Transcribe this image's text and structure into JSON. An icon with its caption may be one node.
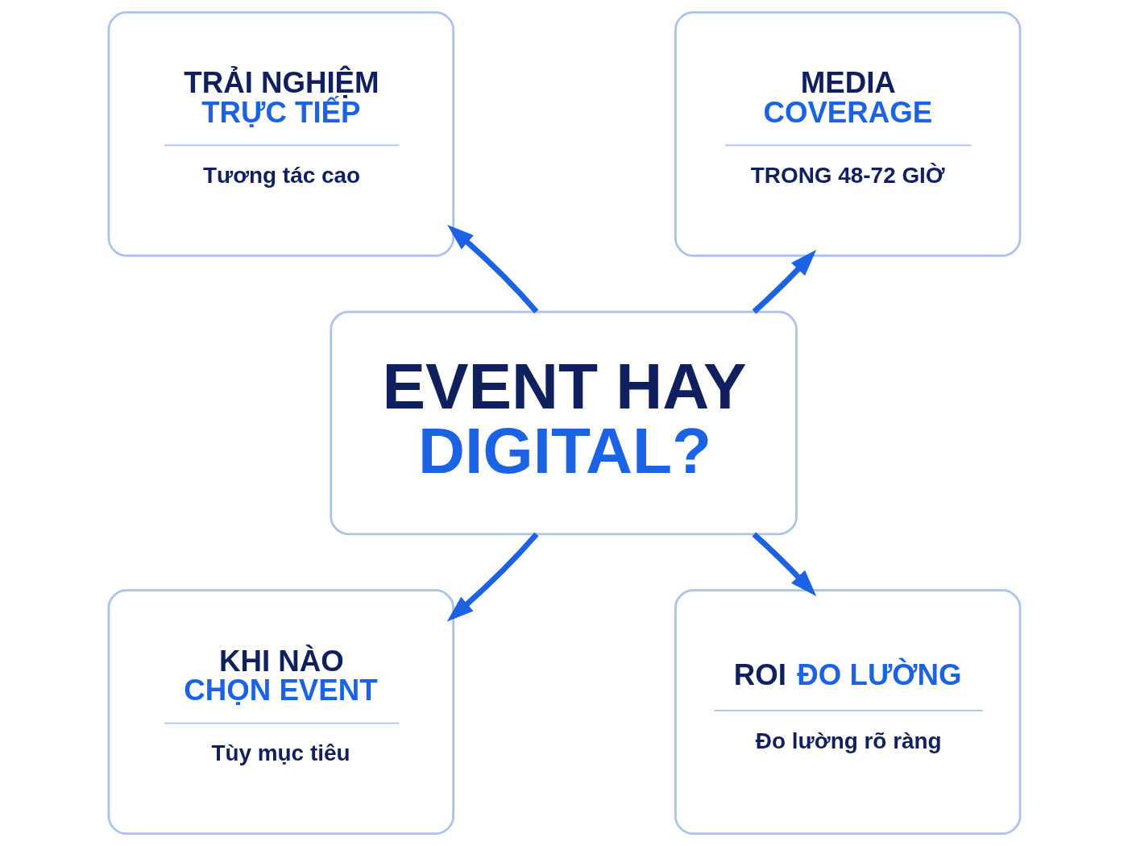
{
  "diagram": {
    "nodes": [
      {
        "text": [
          "TRẢI NGHIỆM TRỰC TIẾP",
          "Tương tác cao"
        ]
      },
      {
        "text": [
          "MEDIA COVERAGE",
          "TRONG 48-72 GIỜ"
        ]
      },
      {
        "text": [
          "EVENT HAY DIGITAL?"
        ]
      },
      {
        "text": [
          "KHI NÀO CHỌN EVENT",
          "Tùy mục tiêu"
        ]
      },
      {
        "text": [
          "ROI ĐO LƯỜNG",
          "Đo lường rõ ràng"
        ]
      }
    ],
    "edges": [
      {
        "from": 2,
        "to": 0,
        "arrow": "to"
      },
      {
        "from": 2,
        "to": 1,
        "arrow": "to"
      },
      {
        "from": 2,
        "to": 3,
        "arrow": "to"
      },
      {
        "from": 2,
        "to": 4,
        "arrow": "to"
      }
    ]
  }
}
